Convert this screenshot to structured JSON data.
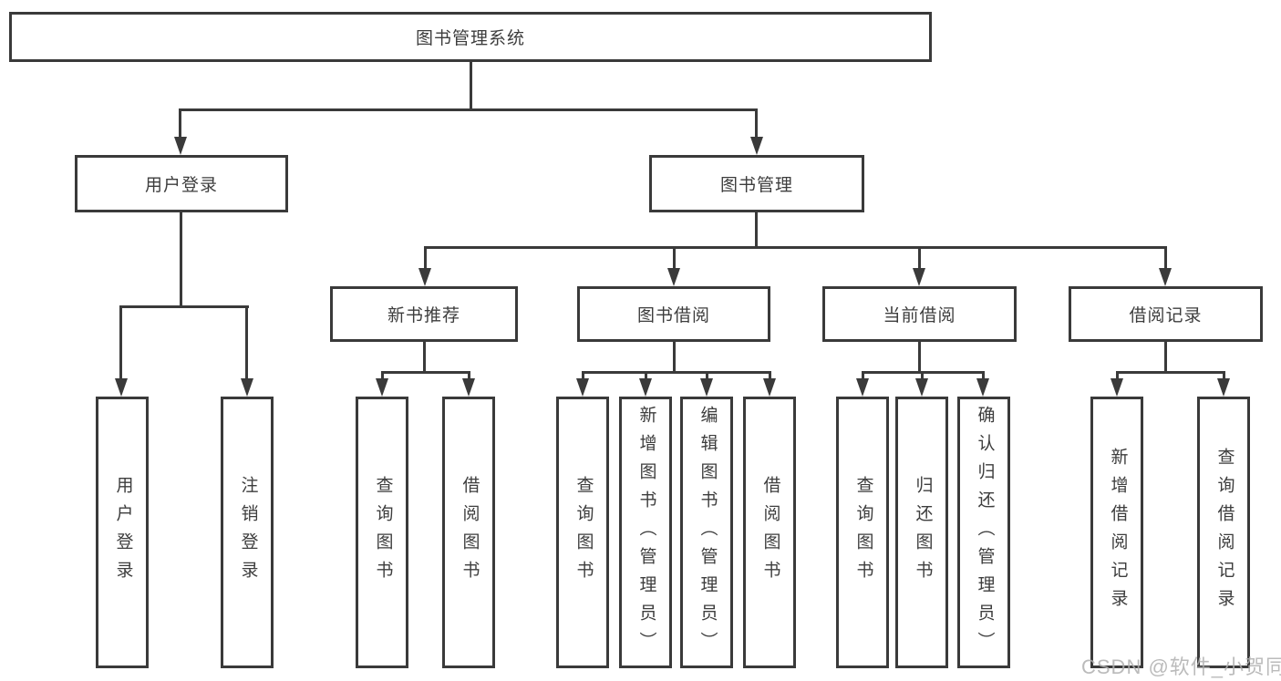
{
  "diagram": {
    "root": {
      "label": "图书管理系统"
    },
    "user_branch": {
      "label": "用户登录",
      "children": [
        {
          "label": "用户登录"
        },
        {
          "label": "注销登录"
        }
      ]
    },
    "book_branch": {
      "label": "图书管理",
      "groups": [
        {
          "label": "新书推荐",
          "children": [
            {
              "label": "查询图书"
            },
            {
              "label": "借阅图书"
            }
          ]
        },
        {
          "label": "图书借阅",
          "children": [
            {
              "label": "查询图书"
            },
            {
              "label": "新增图书（管理员）"
            },
            {
              "label": "编辑图书（管理员）"
            },
            {
              "label": "借阅图书"
            }
          ]
        },
        {
          "label": "当前借阅",
          "children": [
            {
              "label": "查询图书"
            },
            {
              "label": "归还图书"
            },
            {
              "label": "确认归还（管理员）"
            }
          ]
        },
        {
          "label": "借阅记录",
          "children": [
            {
              "label": "新增借阅记录"
            },
            {
              "label": "查询借阅记录"
            }
          ]
        }
      ]
    },
    "watermark": "CSDN @软件_小贺同学",
    "colors": {
      "line": "#3a3a3a",
      "text": "#3d3d3d",
      "watermark": "#afafaf",
      "background": "#ffffff"
    }
  }
}
